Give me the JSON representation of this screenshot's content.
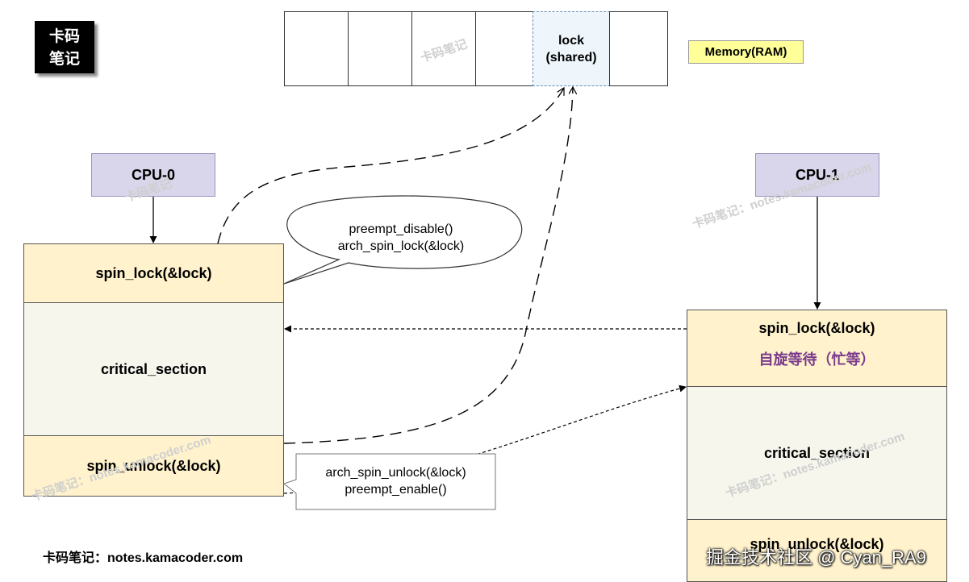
{
  "logo": {
    "line1": "卡码",
    "line2": "笔记"
  },
  "memory": {
    "lock_line1": "lock",
    "lock_line2": "(shared)",
    "legend": "Memory(RAM)"
  },
  "cpu0": {
    "label": "CPU-0",
    "spin_lock": "spin_lock(&lock)",
    "critical_section": "critical_section",
    "spin_unlock": "spin_unlock(&lock)"
  },
  "cpu1": {
    "label": "CPU-1",
    "spin_lock": "spin_lock(&lock)",
    "spinning": "自旋等待（忙等）",
    "critical_section": "critical_section",
    "spin_unlock": "spin_unlock(&lock)"
  },
  "callouts": {
    "lock_line1": "preempt_disable()",
    "lock_line2": "arch_spin_lock(&lock)",
    "unlock_line1": "arch_spin_unlock(&lock)",
    "unlock_line2": "preempt_enable()"
  },
  "watermarks": {
    "short": "卡码笔记",
    "long": "卡码笔记：notes.kamacoder.com",
    "url": "notes.kamacoder.com"
  },
  "footer": "卡码笔记：notes.kamacoder.com",
  "credit": "掘金技术社区 @ Cyan_RA9"
}
